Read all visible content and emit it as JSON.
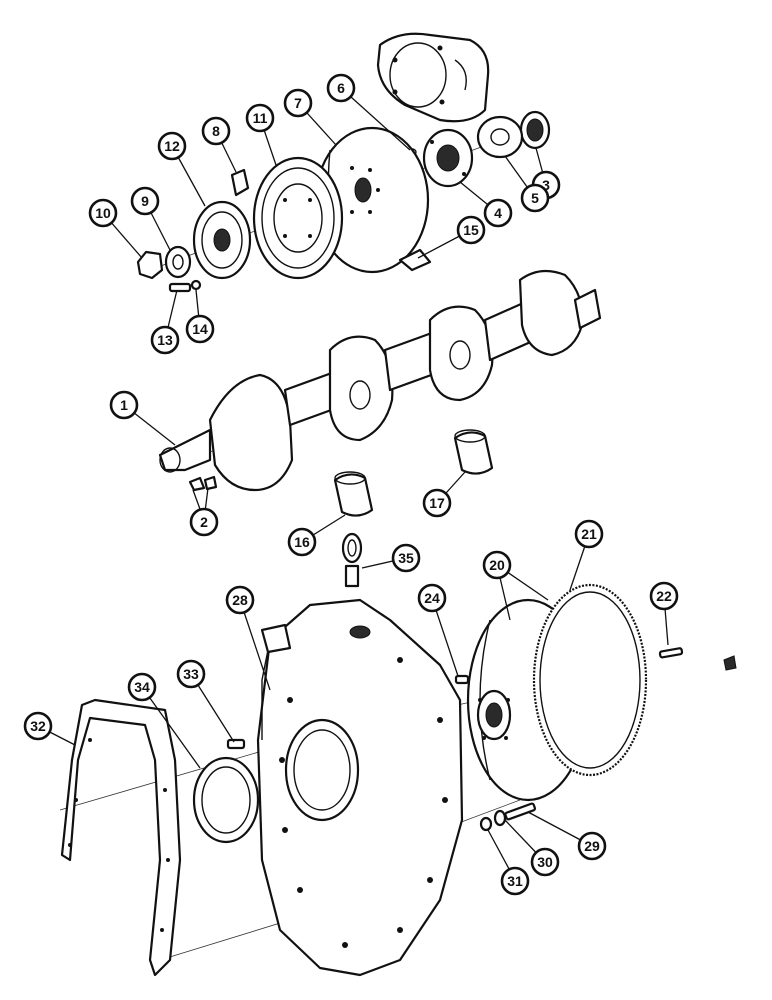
{
  "diagram": {
    "type": "exploded-parts-view",
    "callouts": [
      {
        "id": "c1",
        "label": "1"
      },
      {
        "id": "c2",
        "label": "2"
      },
      {
        "id": "c3",
        "label": "3"
      },
      {
        "id": "c4",
        "label": "4"
      },
      {
        "id": "c5",
        "label": "5"
      },
      {
        "id": "c6",
        "label": "6"
      },
      {
        "id": "c7",
        "label": "7"
      },
      {
        "id": "c8",
        "label": "8"
      },
      {
        "id": "c9",
        "label": "9"
      },
      {
        "id": "c10",
        "label": "10"
      },
      {
        "id": "c11",
        "label": "11"
      },
      {
        "id": "c12",
        "label": "12"
      },
      {
        "id": "c13",
        "label": "13"
      },
      {
        "id": "c14",
        "label": "14"
      },
      {
        "id": "c15",
        "label": "15"
      },
      {
        "id": "c16",
        "label": "16"
      },
      {
        "id": "c17",
        "label": "17"
      },
      {
        "id": "c20",
        "label": "20"
      },
      {
        "id": "c21",
        "label": "21"
      },
      {
        "id": "c22",
        "label": "22"
      },
      {
        "id": "c24",
        "label": "24"
      },
      {
        "id": "c28",
        "label": "28"
      },
      {
        "id": "c29",
        "label": "29"
      },
      {
        "id": "c30",
        "label": "30"
      },
      {
        "id": "c31",
        "label": "31"
      },
      {
        "id": "c32",
        "label": "32"
      },
      {
        "id": "c33",
        "label": "33"
      },
      {
        "id": "c34",
        "label": "34"
      },
      {
        "id": "c35",
        "label": "35"
      }
    ]
  }
}
